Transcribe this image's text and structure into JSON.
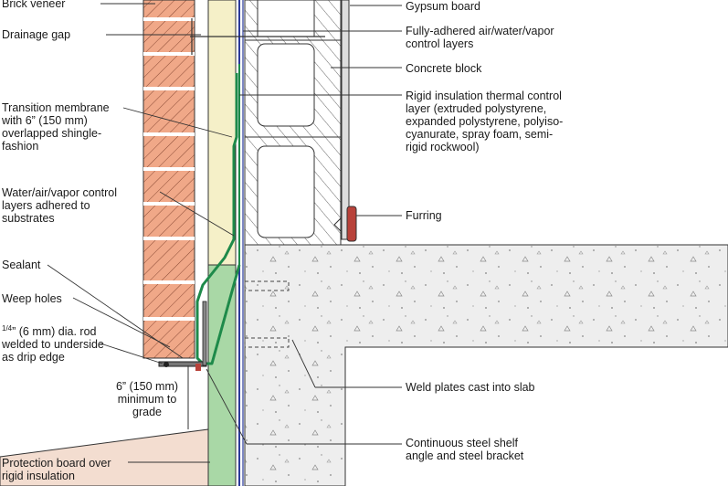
{
  "labels": {
    "brick_veneer": "Brick veneer",
    "drainage_gap": "Drainage gap",
    "transition_membrane": [
      "Transition membrane",
      "with 6” (150 mm)",
      "overlapped shingle-",
      "fashion"
    ],
    "wav_layers": [
      "Water/air/vapor control",
      "layers adhered to",
      "substrates"
    ],
    "sealant": "Sealant",
    "weep_holes": "Weep holes",
    "rod_line1_frac": "1/4",
    "rod_line1_rest": "” (6 mm) dia. rod",
    "rod_lines": [
      "welded to underside",
      "as drip edge"
    ],
    "grade_min": [
      "6” (150 mm)",
      "minimum to",
      "grade"
    ],
    "protection_board": [
      "Protection board over",
      "rigid insulation"
    ],
    "gypsum_board": "Gypsum board",
    "fully_adhered": [
      "Fully-adhered air/water/vapor",
      "control layers"
    ],
    "concrete_block": "Concrete block",
    "rigid_insulation": [
      "Rigid insulation thermal control",
      "layer (extruded polystyrene,",
      "expanded polystyrene, polyiso-",
      "cyanurate, spray foam, semi-",
      "rigid rockwool)"
    ],
    "furring": "Furring",
    "weld_plates": "Weld plates cast into slab",
    "shelf_angle": [
      "Continuous steel shelf",
      "angle and steel bracket"
    ]
  },
  "colors": {
    "brick": "#f0a888",
    "brick_hatch": "#8a4a35",
    "insulation": "#f5f0c8",
    "membrane_green": "#1e8a4a",
    "protection_green": "#a9d8a6",
    "air_barrier_blue": "#2a3a9a",
    "furring_red": "#b8423a",
    "concrete": "#eeeeee"
  }
}
